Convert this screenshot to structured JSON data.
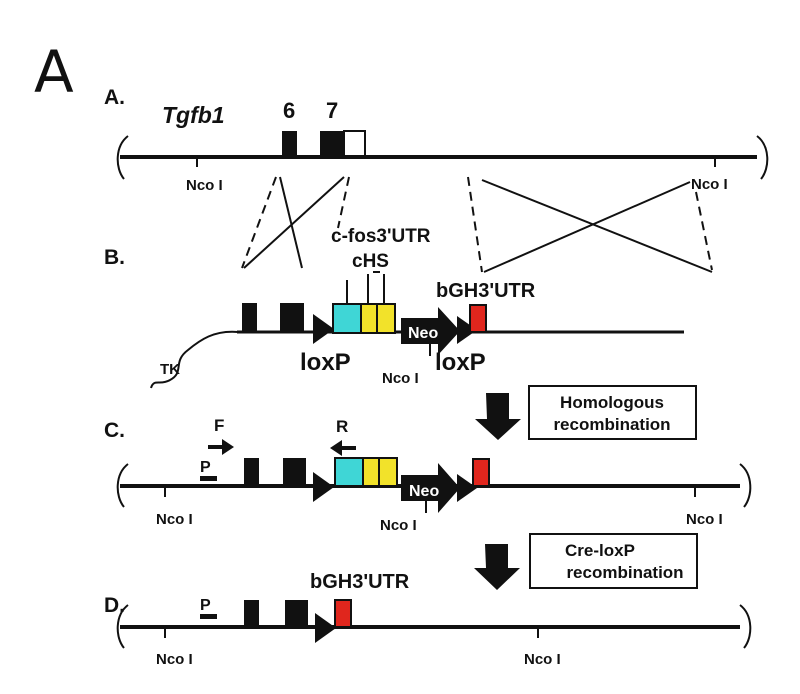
{
  "figure": {
    "panel_letter": "A",
    "colors": {
      "ink": "#111111",
      "cyan_box": "#3fd6d6",
      "yellow_box": "#f2e22a",
      "red_box": "#e0261d",
      "white": "#ffffff"
    }
  },
  "rows": {
    "a": {
      "label": "A.",
      "gene": "Tgfb1",
      "exon6": "6",
      "exon7": "7",
      "nco_left": "Nco I",
      "nco_right": "Nco I"
    },
    "b": {
      "label": "B.",
      "cfos": "c-fos3'UTR",
      "chs": "cHS",
      "bgh": "bGH3'UTR",
      "tk": "TK",
      "neo": "Neo",
      "loxp_left": "loxP",
      "loxp_right": "loxP",
      "nco_mid": "Nco I"
    },
    "c": {
      "label": "C.",
      "primer_f": "F",
      "primer_r": "R",
      "probe": "P",
      "neo": "Neo",
      "nco_left": "Nco I",
      "nco_mid": "Nco I",
      "nco_right": "Nco I"
    },
    "d": {
      "label": "D.",
      "probe": "P",
      "bgh": "bGH3'UTR",
      "nco_left": "Nco I",
      "nco_right": "Nco I"
    }
  },
  "steps": {
    "homologous": [
      "Homologous",
      "recombination"
    ],
    "cre": [
      "Cre-loxP",
      "recombination"
    ]
  }
}
